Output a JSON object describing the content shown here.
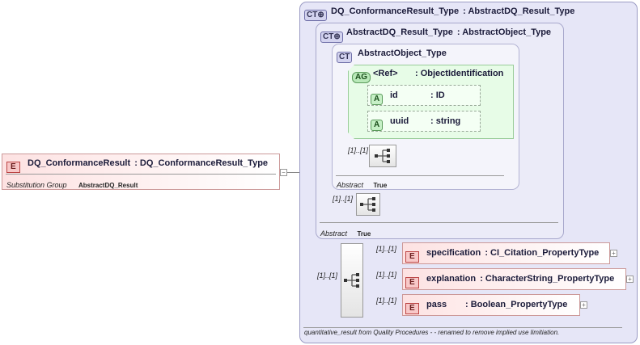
{
  "root_element": {
    "name": "DQ_ConformanceResult",
    "type": ": DQ_ConformanceResult_Type",
    "badge": "E",
    "prop_label": "Substitution Group",
    "prop_value": "AbstractDQ_Result"
  },
  "outer_type": {
    "badge": "CT",
    "name": "DQ_ConformanceResult_Type",
    "base": ": AbstractDQ_Result_Type",
    "annotation": "quantitative_result from Quality Procedures -  - renamed to remove implied use limitiation."
  },
  "middle_type": {
    "badge": "CT",
    "name": "AbstractDQ_Result_Type",
    "base": ": AbstractObject_Type",
    "prop_label": "Abstract",
    "prop_value": "True"
  },
  "inner_type": {
    "badge": "CT",
    "name": "AbstractObject_Type",
    "prop_label": "Abstract",
    "prop_value": "True"
  },
  "attribute_group": {
    "badge": "AG",
    "name": "<Ref>",
    "type": ": ObjectIdentification",
    "attributes": [
      {
        "badge": "A",
        "name": "id",
        "type": ": ID"
      },
      {
        "badge": "A",
        "name": "uuid",
        "type": ": string"
      }
    ]
  },
  "cardinalities": {
    "inner_seq": "[1]..[1]",
    "middle_seq": "[1]..[1]",
    "outer_seq": "[1]..[1]"
  },
  "elements": [
    {
      "badge": "E",
      "name": "specification",
      "type": ": CI_Citation_PropertyType",
      "card": "[1]..[1]"
    },
    {
      "badge": "E",
      "name": "explanation",
      "type": ": CharacterString_PropertyType",
      "card": "[1]..[1]"
    },
    {
      "badge": "E",
      "name": "pass",
      "type": ": Boolean_PropertyType",
      "card": "[1]..[1]"
    }
  ]
}
